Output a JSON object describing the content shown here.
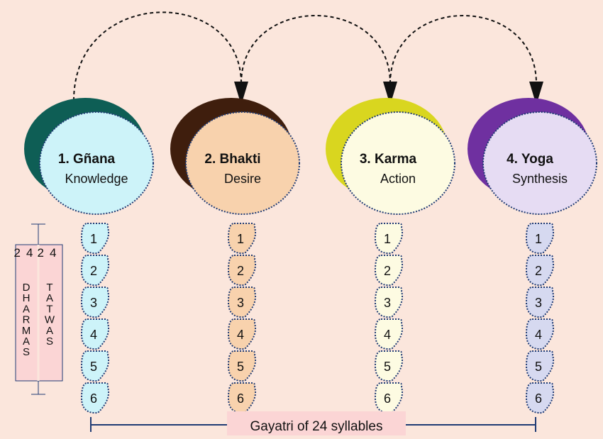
{
  "stages": [
    {
      "number_label": "1. Gñana",
      "meaning": "Knowledge",
      "fill": "#cdf3f9",
      "shadow": "#0e5e55",
      "cell_fill": "#cdf3f9",
      "cells": [
        "1",
        "2",
        "3",
        "4",
        "5",
        "6"
      ]
    },
    {
      "number_label": "2. Bhakti",
      "meaning": "Desire",
      "fill": "#f8d2ad",
      "shadow": "#3f1e0d",
      "cell_fill": "#f8d2ad",
      "cells": [
        "1",
        "2",
        "3",
        "4",
        "5",
        "6"
      ]
    },
    {
      "number_label": "3. Karma",
      "meaning": "Action",
      "fill": "#fdfbe2",
      "shadow": "#d9d61f",
      "cell_fill": "#fdfbe2",
      "cells": [
        "1",
        "2",
        "3",
        "4",
        "5",
        "6"
      ]
    },
    {
      "number_label": "4. Yoga",
      "meaning": "Synthesis",
      "fill": "#e6dcf3",
      "shadow": "#6f30a0",
      "cell_fill": "#d6d9f0",
      "cells": [
        "1",
        "2",
        "3",
        "4",
        "5",
        "6"
      ]
    }
  ],
  "side_labels": {
    "dharmas": "24 DHARMAS",
    "tatwas": "24 TATWAS"
  },
  "bottom_label": "Gayatri of 24 syllables",
  "colors": {
    "background": "#fbe6dc",
    "border_dots": "#1f3b74",
    "bottom_line": "#1f3b74",
    "label_box": "#fbd5d5",
    "arrow": "#111111"
  }
}
